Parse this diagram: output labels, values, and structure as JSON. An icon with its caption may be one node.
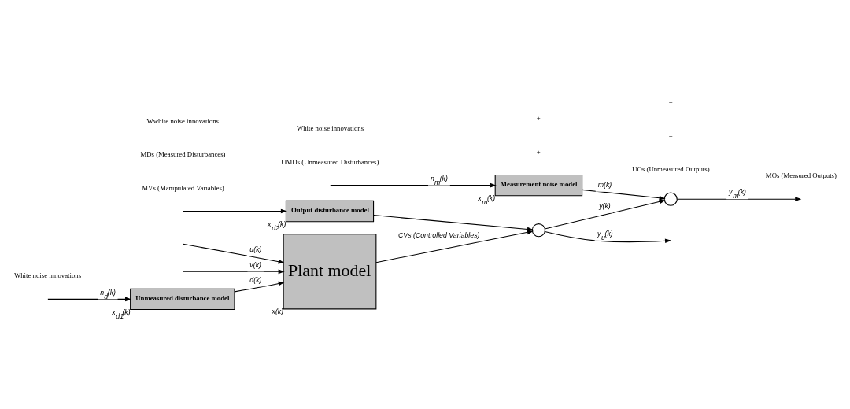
{
  "diagram": {
    "nodes": [
      {
        "text": [
          "Unmeasured disturbance model"
        ],
        "beside": [
          "x$_{d1}$(k)"
        ]
      },
      {
        "text": [
          "Plant model"
        ],
        "beside": [
          "x(k)"
        ]
      },
      {
        "text": [],
        "shape": "circle"
      },
      {
        "text": [
          "Output disturbance model"
        ],
        "beside": [
          "x$_{d2}$(k)"
        ]
      },
      {
        "text": [
          "Measurement noise model"
        ],
        "beside": [
          "x$_{m}$(k)"
        ]
      },
      {
        "text": [],
        "shape": "circle"
      }
    ],
    "edges": [
      {
        "from": null,
        "to": 1,
        "arrow": "to",
        "label": "u(k)"
      },
      {
        "from": null,
        "to": 1,
        "arrow": "to",
        "label": "v(k)"
      },
      {
        "from": null,
        "to": 0,
        "arrow": "to",
        "label": "n$_{d}$(k)"
      },
      {
        "from": 0,
        "to": 1,
        "arrow": "to",
        "label": "d(k)"
      },
      {
        "from": 1,
        "to": 2,
        "arrow": "to",
        "label": "CVs (Controlled Variables)"
      },
      {
        "from": null,
        "to": 3,
        "arrow": "to"
      },
      {
        "from": 3,
        "to": 2,
        "arrow": "to"
      },
      {
        "from": 2,
        "to": null,
        "arrow": "to",
        "label": "y$_{u}$(k)"
      },
      {
        "from": 2,
        "to": 5,
        "arrow": "to",
        "label": "y(k)"
      },
      {
        "from": null,
        "to": 4,
        "arrow": "to",
        "label": "n$_{m}$(k)"
      },
      {
        "from": 4,
        "to": 5,
        "arrow": "to",
        "label": "m(k)"
      },
      {
        "from": 5,
        "to": null,
        "arrow": "to",
        "label": "y$_{m}$(k)"
      }
    ],
    "labels": [
      "MVs (Manipulated Variables)",
      "MDs (Measured Disturbances)",
      "White noise innovations",
      "UMDs (Unmeasured Disturbances)",
      "+",
      "+",
      "UOs (Unmeasured Outputs)",
      "Wwhite noise innovations",
      "White noise innovations",
      "+",
      "+",
      "MOs (Measured Outputs)"
    ]
  }
}
